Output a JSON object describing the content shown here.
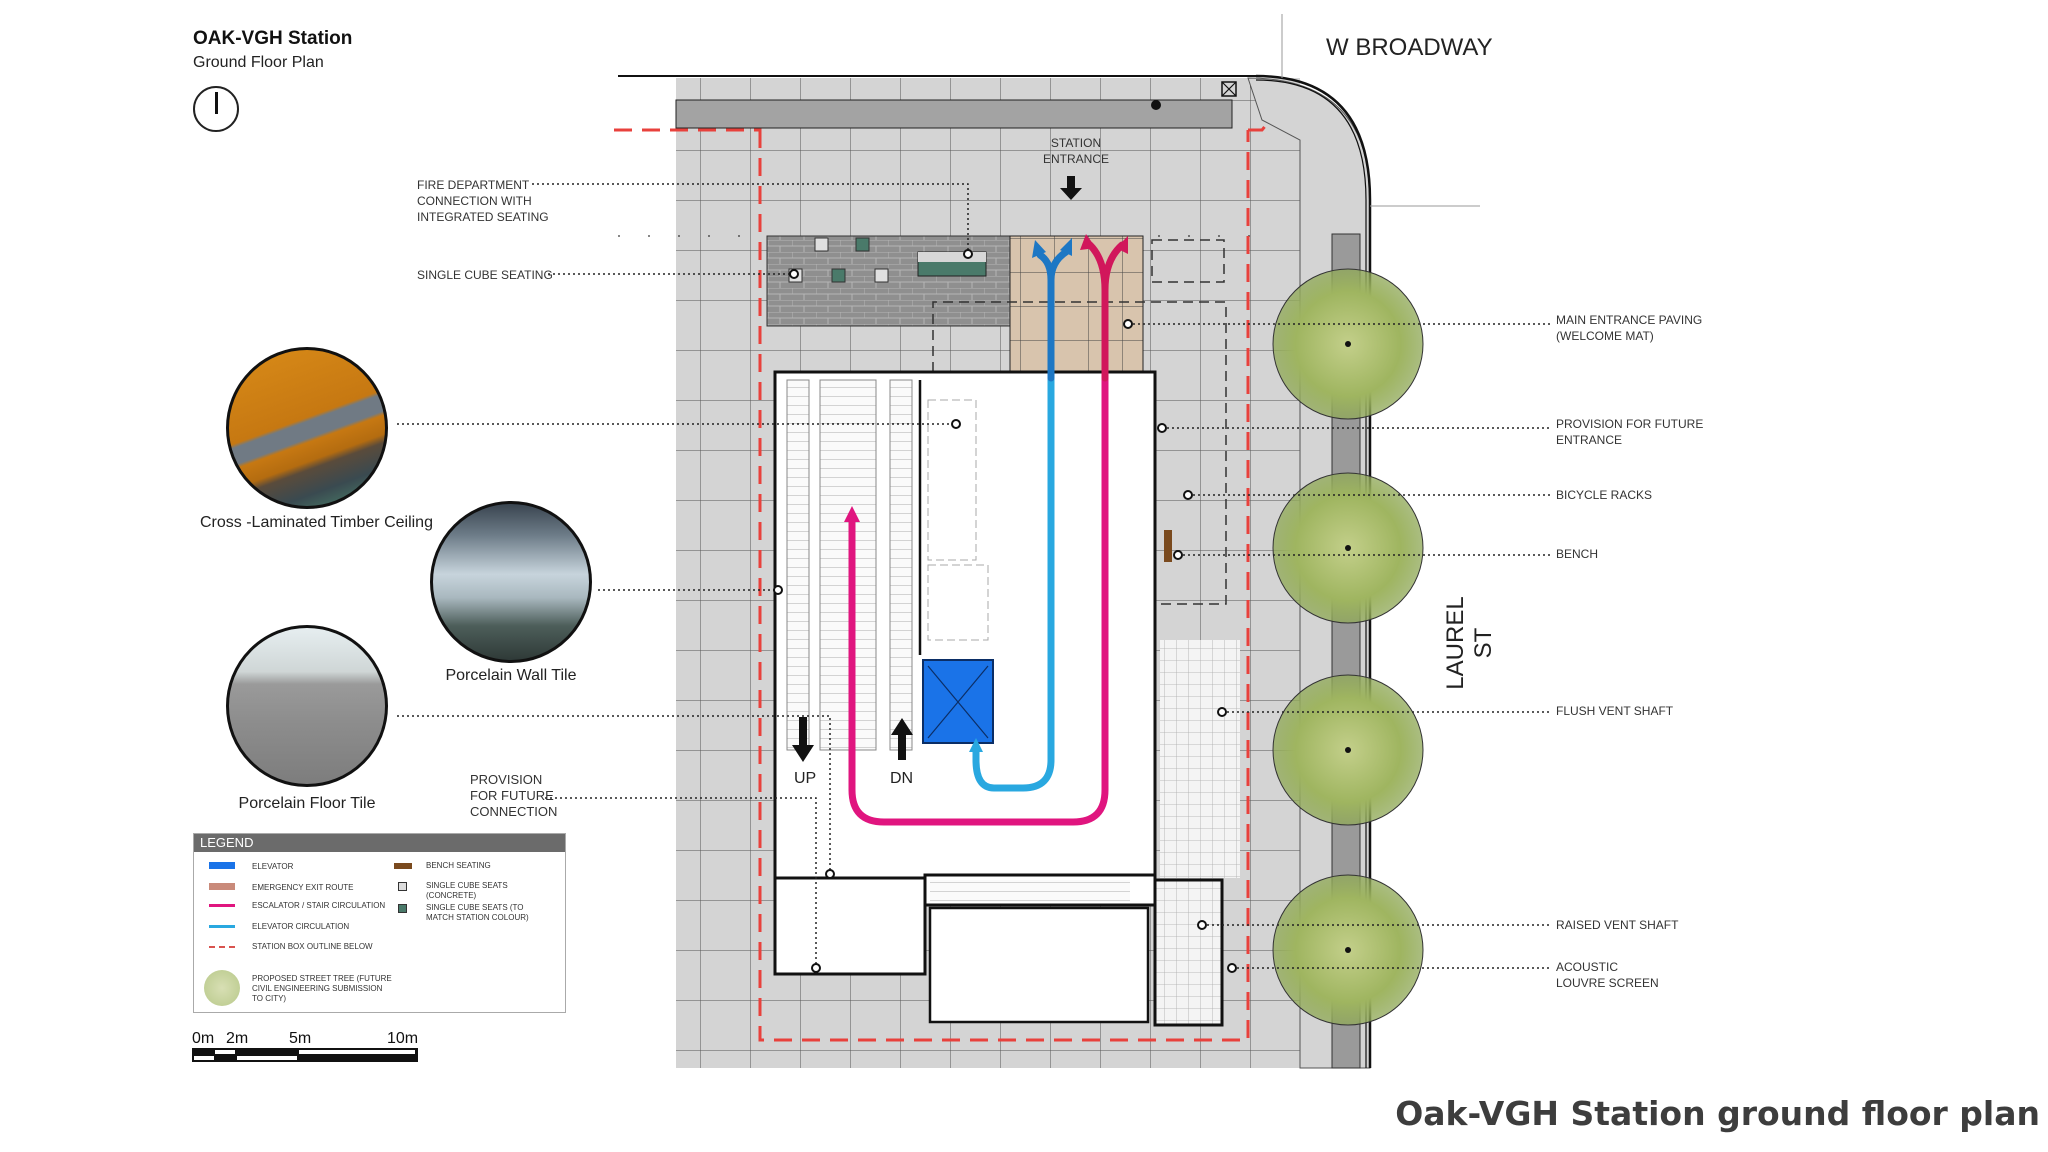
{
  "header": {
    "title": "OAK-VGH Station",
    "subtitle": "Ground Floor Plan",
    "north_icon": "north-arrow-icon"
  },
  "streets": {
    "north": "W BROADWAY",
    "east": "LAUREL ST"
  },
  "plan_labels": {
    "station_entrance": "STATION\nENTRANCE",
    "escalator_up": "UP",
    "escalator_down": "DN"
  },
  "left_callouts": [
    {
      "id": "fire-dept",
      "text": "FIRE DEPARTMENT\nCONNECTION WITH\nINTEGRATED SEATING"
    },
    {
      "id": "single-cube",
      "text": "SINGLE CUBE SEATING"
    },
    {
      "id": "future-connection",
      "text": "PROVISION\nFOR FUTURE\nCONNECTION"
    }
  ],
  "right_callouts": [
    {
      "id": "main-entrance-paving",
      "text": "MAIN ENTRANCE PAVING\n(WELCOME MAT)"
    },
    {
      "id": "future-entrance",
      "text": "PROVISION FOR FUTURE\nENTRANCE"
    },
    {
      "id": "bicycle-racks",
      "text": "BICYCLE RACKS"
    },
    {
      "id": "bench",
      "text": "BENCH"
    },
    {
      "id": "flush-vent",
      "text": "FLUSH VENT SHAFT"
    },
    {
      "id": "raised-vent",
      "text": "RAISED VENT SHAFT"
    },
    {
      "id": "acoustic-louvre",
      "text": "ACOUSTIC\nLOUVRE SCREEN"
    }
  ],
  "materials": [
    {
      "id": "timber-ceiling",
      "label": "Cross -Laminated Timber Ceiling",
      "icon": "timber-ceiling-photo"
    },
    {
      "id": "wall-tile",
      "label": "Porcelain Wall Tile",
      "icon": "wall-tile-photo"
    },
    {
      "id": "floor-tile",
      "label": "Porcelain Floor Tile",
      "icon": "floor-tile-photo"
    }
  ],
  "legend": {
    "title": "LEGEND",
    "items": [
      {
        "label": "ELEVATOR",
        "color": "#1a73e8",
        "kind": "bar"
      },
      {
        "label": "EMERGENCY EXIT ROUTE",
        "color": "#c98a7a",
        "kind": "bar"
      },
      {
        "label": "ESCALATOR / STAIR CIRCULATION",
        "color": "#e0157f",
        "kind": "double-arrow"
      },
      {
        "label": "ELEVATOR CIRCULATION",
        "color": "#29a8e0",
        "kind": "double-arrow"
      },
      {
        "label": "STATION BOX OUTLINE BELOW",
        "color": "#d9534f",
        "kind": "dashed"
      },
      {
        "label": "PROPOSED STREET TREE (FUTURE\nCIVIL ENGINEERING SUBMISSION\nTO CITY)",
        "color": "#b8c98a",
        "kind": "tree"
      },
      {
        "label": "BENCH SEATING",
        "color": "#7a4a1e",
        "kind": "bench"
      },
      {
        "label": "SINGLE CUBE SEATS\n(CONCRETE)",
        "color": "#dcdcdc",
        "kind": "cube"
      },
      {
        "label": "SINGLE CUBE SEATS (TO\nMATCH STATION COLOUR)",
        "color": "#4a7a6a",
        "kind": "cube"
      }
    ]
  },
  "scale_bar": {
    "ticks": [
      "0m",
      "2m",
      "5m",
      "10m"
    ]
  },
  "caption": "Oak-VGH Station ground floor plan",
  "colors": {
    "escalator_circulation": "#e0157f",
    "elevator_circulation": "#29a8e0",
    "elevator": "#1a73e8",
    "station_box_outline": "#e8413c",
    "paving": "#d3d3d3",
    "welcome_mat": "#d8c4ad",
    "brick_seating_area": "#8c8c8c",
    "tree": "#a8bd6a"
  }
}
